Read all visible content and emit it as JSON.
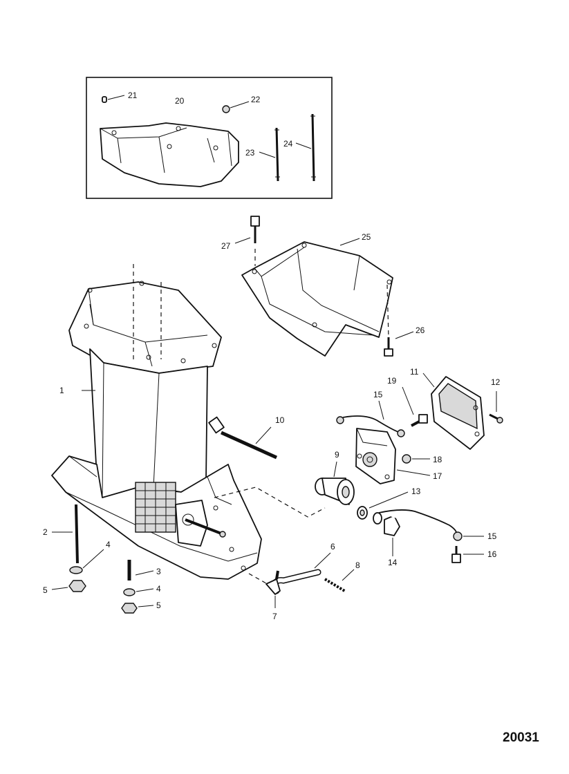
{
  "figure_number": "20031",
  "callouts": [
    {
      "id": "c1",
      "text": "1"
    },
    {
      "id": "c2",
      "text": "2"
    },
    {
      "id": "c3",
      "text": "3"
    },
    {
      "id": "c4a",
      "text": "4"
    },
    {
      "id": "c4b",
      "text": "4"
    },
    {
      "id": "c5a",
      "text": "5"
    },
    {
      "id": "c5b",
      "text": "5"
    },
    {
      "id": "c6",
      "text": "6"
    },
    {
      "id": "c7",
      "text": "7"
    },
    {
      "id": "c8",
      "text": "8"
    },
    {
      "id": "c9",
      "text": "9"
    },
    {
      "id": "c10",
      "text": "10"
    },
    {
      "id": "c11",
      "text": "11"
    },
    {
      "id": "c12",
      "text": "12"
    },
    {
      "id": "c13",
      "text": "13"
    },
    {
      "id": "c14",
      "text": "14"
    },
    {
      "id": "c15a",
      "text": "15"
    },
    {
      "id": "c15b",
      "text": "15"
    },
    {
      "id": "c16",
      "text": "16"
    },
    {
      "id": "c17",
      "text": "17"
    },
    {
      "id": "c18",
      "text": "18"
    },
    {
      "id": "c19",
      "text": "19"
    },
    {
      "id": "c20",
      "text": "20"
    },
    {
      "id": "c21",
      "text": "21"
    },
    {
      "id": "c22",
      "text": "22"
    },
    {
      "id": "c23",
      "text": "23"
    },
    {
      "id": "c24",
      "text": "24"
    },
    {
      "id": "c25",
      "text": "25"
    },
    {
      "id": "c26",
      "text": "26"
    },
    {
      "id": "c27",
      "text": "27"
    }
  ]
}
